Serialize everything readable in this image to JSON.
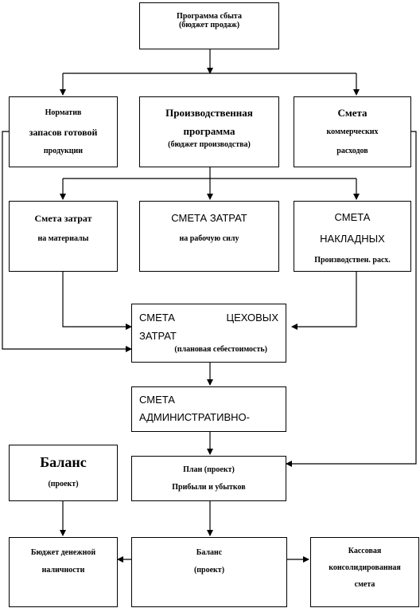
{
  "diagram": {
    "sales_budget": {
      "line1": "Программа сбыта",
      "line2": "(бюджет продаж)"
    },
    "inventory_norm": {
      "line1": "Норматив",
      "line2": "запасов готовой",
      "line3": "продукции"
    },
    "production_program": {
      "line1": "Производственная",
      "line2": "программа",
      "line3": "(бюджет производства)"
    },
    "selling_expenses": {
      "line1": "Смета",
      "line2": "коммерческих",
      "line3": "расходов"
    },
    "materials_cost": {
      "line1": "Смета затрат",
      "line2": "на материалы"
    },
    "labor_cost": {
      "line1": "СМЕТА ЗАТРАТ",
      "line2": "на рабочую силу"
    },
    "overhead": {
      "line1": "СМЕТА",
      "line2": "НАКЛАДНЫХ",
      "line3": "Производствен. расх."
    },
    "shop_costs": {
      "line1a": "СМЕТА",
      "line1b": "ЦЕХОВЫХ",
      "line2": "ЗАТРАТ",
      "line3": "(плановая себестоимость)"
    },
    "admin_costs": {
      "line1": "СМЕТА",
      "line2": "АДМИНИСТРАТИВНО-"
    },
    "balance_left": {
      "line1": "Баланс",
      "line2": "(проект)"
    },
    "profit_loss": {
      "line1": "План (проект)",
      "line2": "Прибыли и убытков"
    },
    "cash_budget": {
      "line1": "Бюджет денежной",
      "line2": "наличности"
    },
    "balance_final": {
      "line1": "Баланс",
      "line2": "(проект)"
    },
    "consolidated": {
      "line1": "Кассовая",
      "line2": "консолидированная",
      "line3": "смета"
    }
  }
}
